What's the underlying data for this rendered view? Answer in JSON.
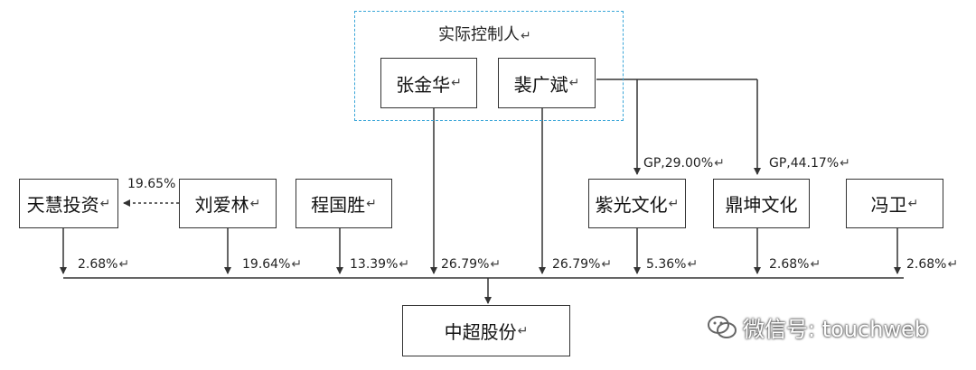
{
  "group": {
    "title": "实际控制人"
  },
  "nodes": {
    "zhangjinhua": "张金华",
    "peiguangbin": "裴广斌",
    "tianhui": "天慧投资",
    "liuailin": "刘爱林",
    "chengguosheng": "程国胜",
    "ziguang": "紫光文化",
    "dingkun": "鼎坤文化",
    "fengwei": "冯卫",
    "target": "中超股份"
  },
  "gp_labels": {
    "ziguang": "GP,29.00%",
    "dingkun": "GP,44.17%"
  },
  "dashed_label": "19.65%",
  "holdings": {
    "tianhui": "2.68%",
    "liuailin": "19.64%",
    "chengguosheng": "13.39%",
    "zhangjinhua": "26.79%",
    "peiguangbin": "26.79%",
    "ziguang": "5.36%",
    "dingkun": "2.68%",
    "fengwei": "2.68%"
  },
  "return_mark": "↵",
  "watermark": {
    "text": "微信号: touchweb",
    "icon": "wechat-icon"
  },
  "colors": {
    "line": "#333333",
    "dashed_box": "#3aa6d8"
  }
}
